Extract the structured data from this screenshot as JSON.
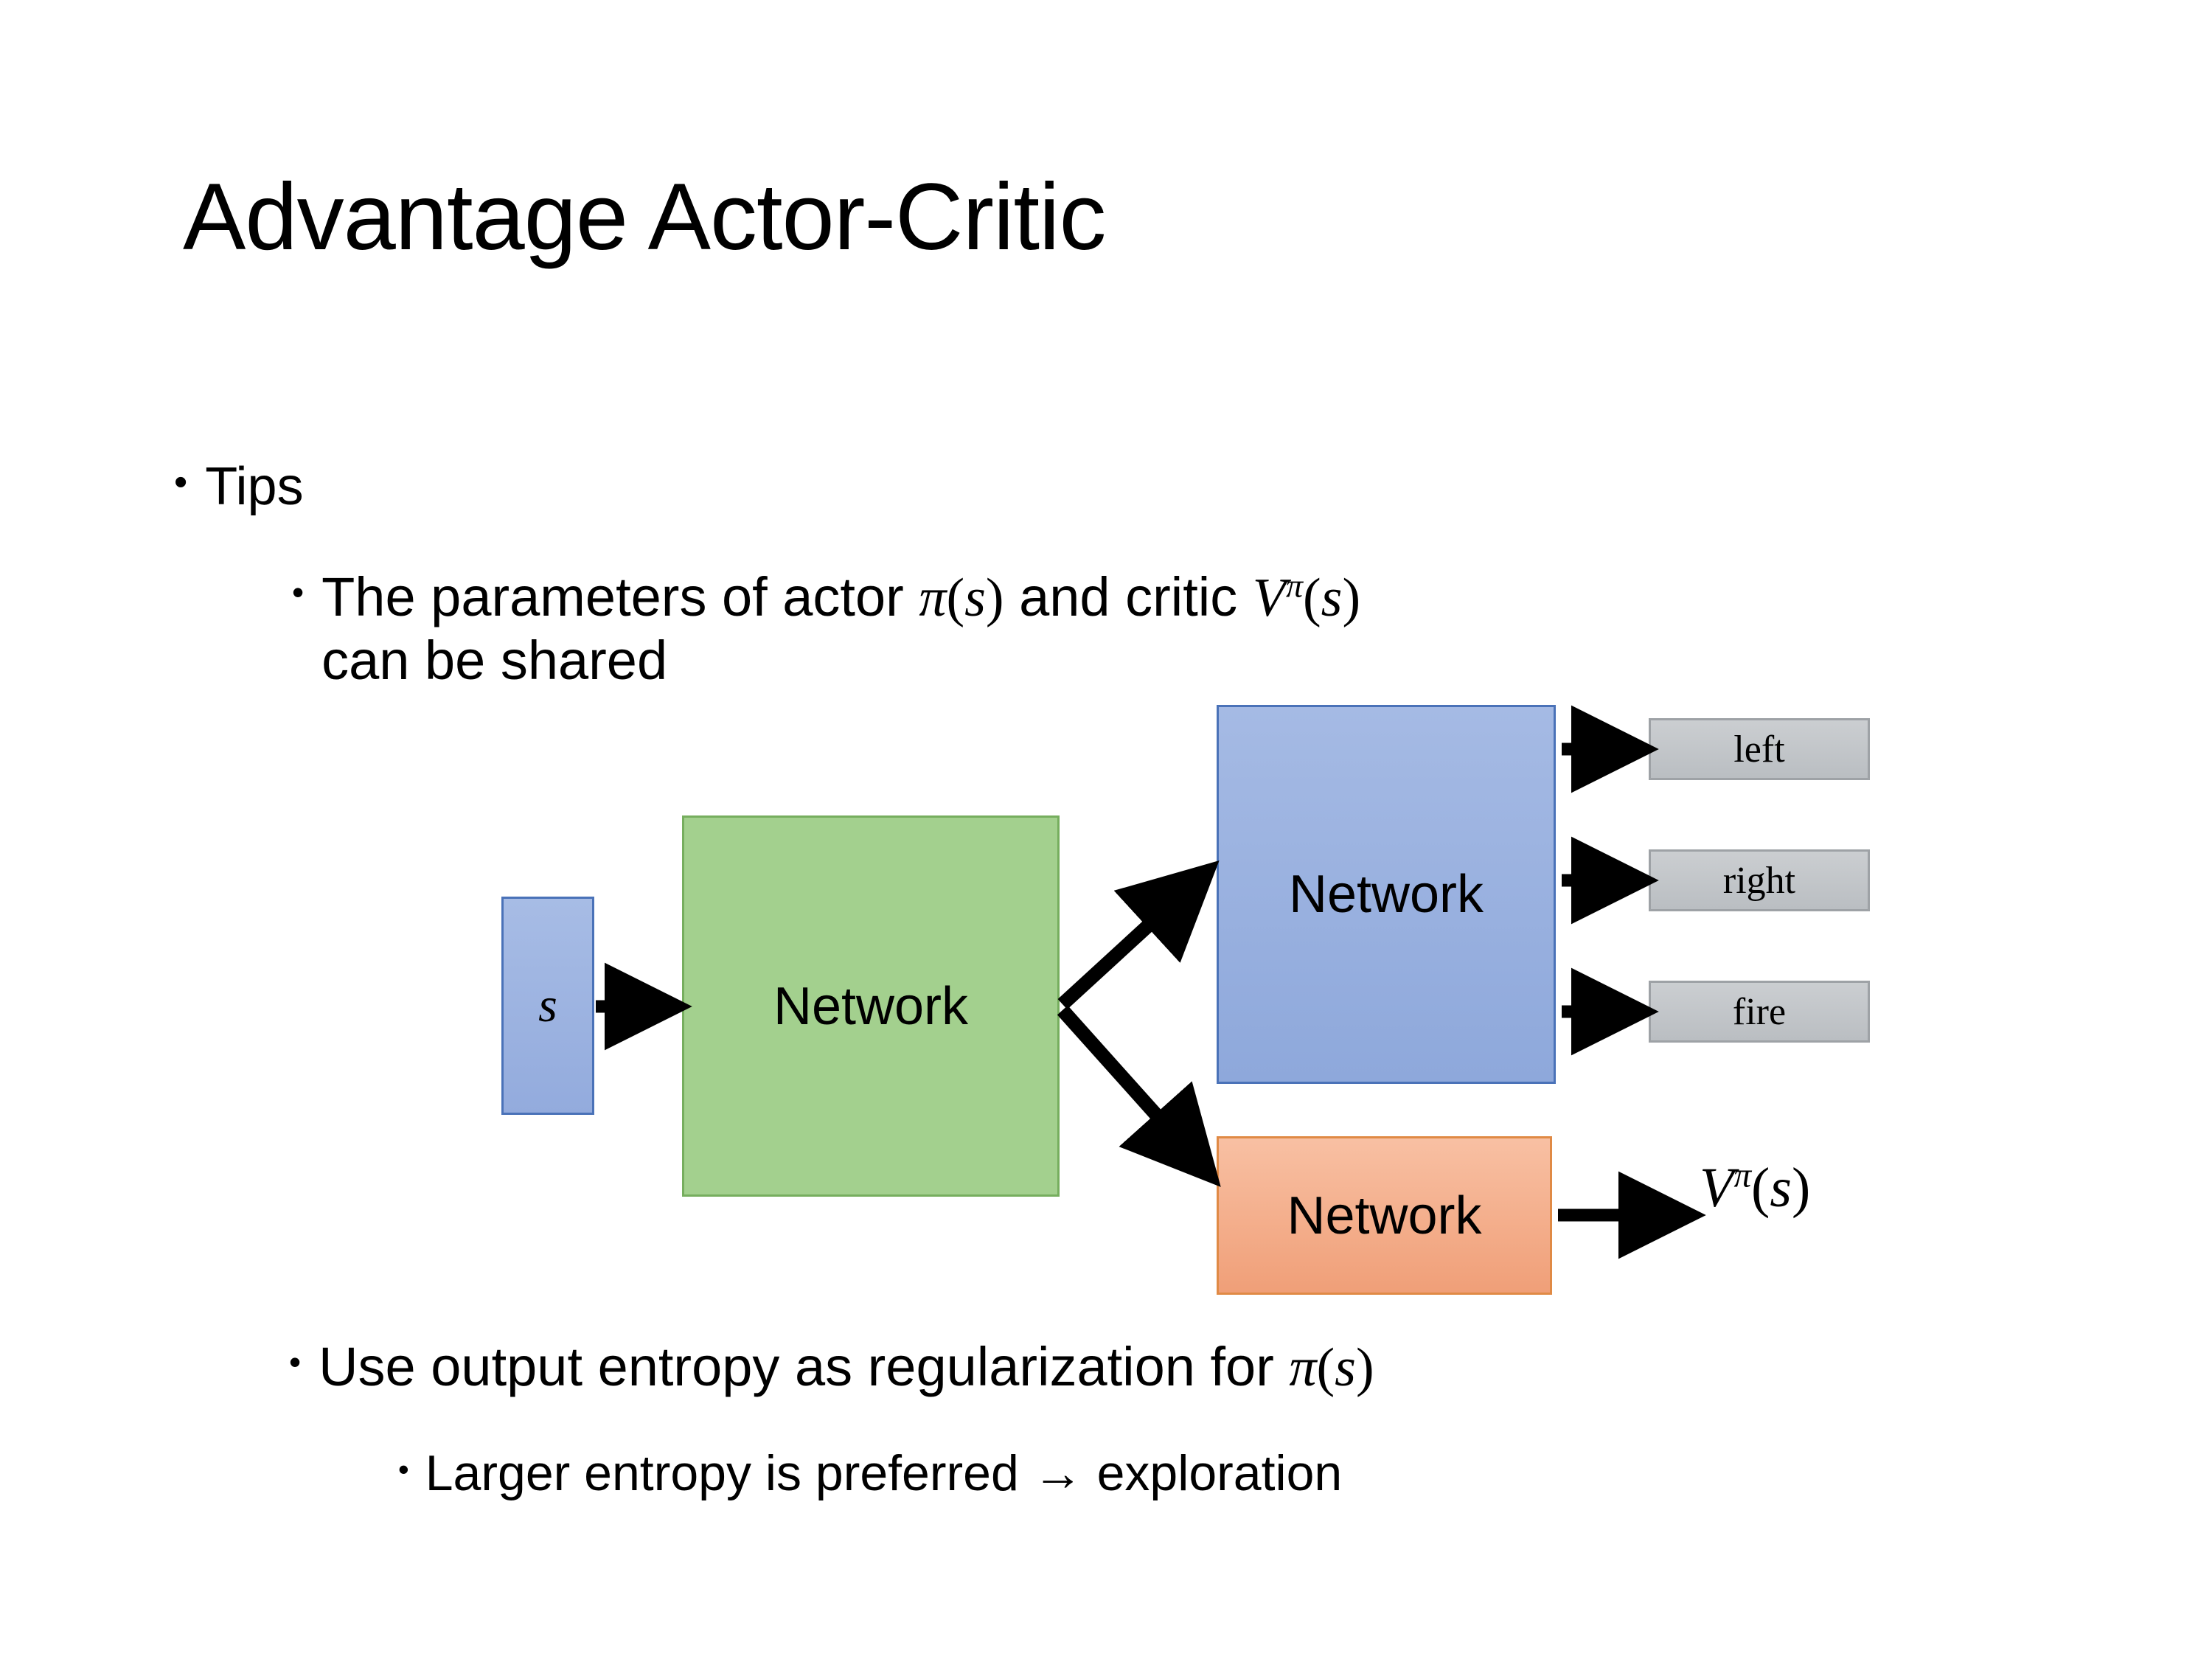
{
  "slide": {
    "title": "Advantage Actor-Critic",
    "bullets": [
      {
        "level": 1,
        "text": "Tips"
      },
      {
        "level": 2,
        "text_before": "The parameters of actor ",
        "math_1": "π(s)",
        "text_mid": "  and critic ",
        "math_2": "Vπ(s)",
        "text_after": "can be shared",
        "plain": "The parameters of actor π(s)  and critic V^π(s) can be shared"
      },
      {
        "level": 2,
        "text_before": "Use output entropy as regularization for ",
        "math_1": "π(s)",
        "plain": "Use output entropy as regularization for π(s)"
      },
      {
        "level": 3,
        "text": "Larger entropy is preferred → exploration"
      }
    ],
    "bullet_glyph": "•",
    "arrow_glyph": "→"
  },
  "text": {
    "tips": "Tips",
    "shared_before": "The parameters of actor ",
    "shared_mid": "  and critic ",
    "shared_after": "can be shared",
    "entropy_before": "Use output entropy as regularization for ",
    "larger": "Larger entropy is preferred → exploration"
  },
  "math": {
    "pi": "π",
    "s": "s",
    "v": "V",
    "lparen": "(",
    "rparen": ")"
  },
  "diagram": {
    "state_label": "s",
    "shared_network_label": "Network",
    "actor_network_label": "Network",
    "critic_network_label": "Network",
    "outputs": [
      {
        "label": "left"
      },
      {
        "label": "right"
      },
      {
        "label": "fire"
      }
    ],
    "critic_output_label": "Vπ(s)"
  },
  "colors": {
    "state_fill": "#9BB1DE",
    "state_border": "#4A72B8",
    "shared_fill": "#A3D08E",
    "shared_border": "#76AE5E",
    "actor_fill": "#9BB1DE",
    "actor_border": "#4A72B8",
    "critic_fill": "#F4AE8C",
    "critic_border": "#E08A45",
    "output_fill": "#C4C8CB",
    "output_border": "#9EA2A6",
    "arrow": "#000000",
    "text": "#000000",
    "background": "#FFFFFF"
  }
}
